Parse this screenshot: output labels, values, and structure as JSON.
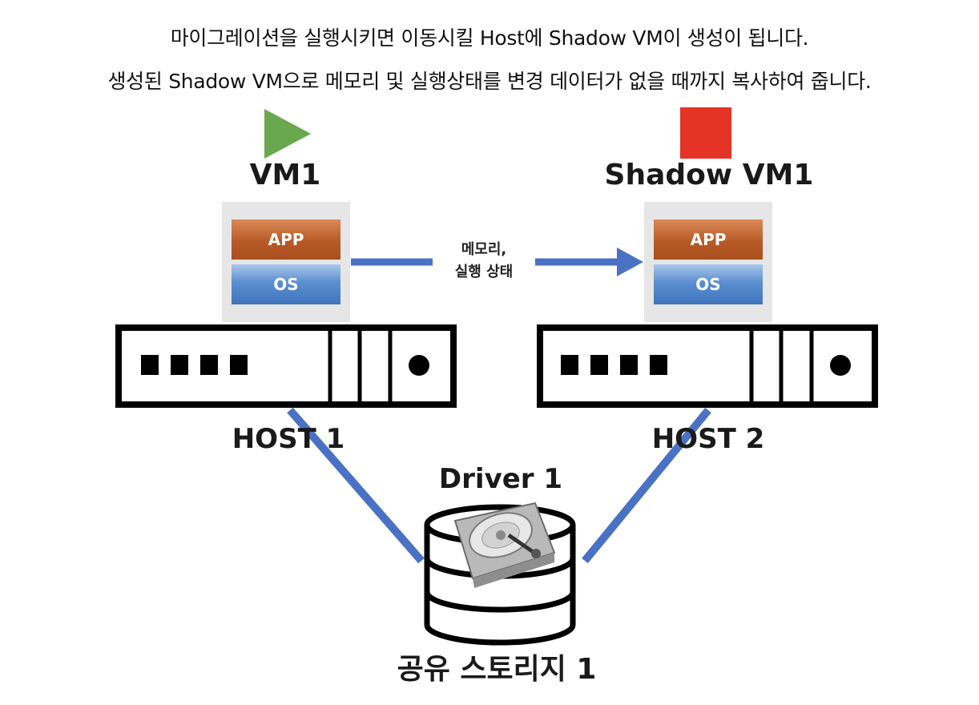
{
  "caption": {
    "line1": "마이그레이션을 실행시키면 이동시킬 Host에 Shadow VM이 생성이 됩니다.",
    "line2": "생성된 Shadow VM으로 메모리 및 실행상태를 변경 데이터가 없을 때까지 복사하여 줍니다."
  },
  "vm_source": {
    "title": "VM1",
    "state_icon": "play-icon",
    "state_color": "#6aa84f",
    "app_label": "APP",
    "os_label": "OS"
  },
  "vm_target": {
    "title": "Shadow VM1",
    "state_icon": "stop-icon",
    "state_color": "#e53325",
    "app_label": "APP",
    "os_label": "OS"
  },
  "transfer": {
    "line1": "메모리,",
    "line2": "실행 상태"
  },
  "hosts": [
    {
      "label": "HOST 1"
    },
    {
      "label": "HOST 2"
    }
  ],
  "storage": {
    "driver_label": "Driver 1",
    "label": "공유 스토리지 1",
    "icon": "hard-disk-icon"
  },
  "colors": {
    "connector": "#4a72c4",
    "app_layer": "#b85a26",
    "os_layer": "#3f74bd"
  }
}
